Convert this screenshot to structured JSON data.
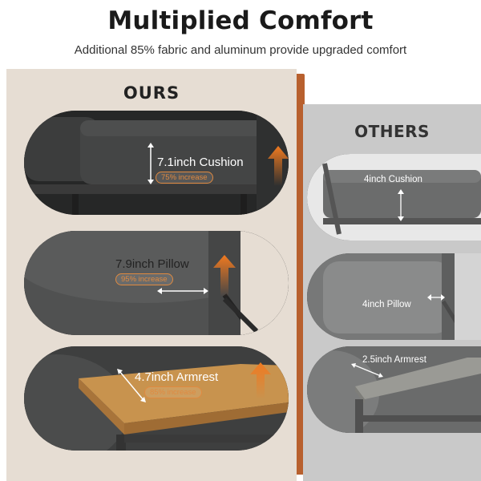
{
  "header": {
    "title": "Multiplied Comfort",
    "subtitle": "Additional 85% fabric and aluminum provide upgraded comfort"
  },
  "ours": {
    "heading": "OURS",
    "features": [
      {
        "label": "7.1inch Cushion",
        "badge": "75% increase"
      },
      {
        "label": "7.9inch Pillow",
        "badge": "95% increase"
      },
      {
        "label": "4.7inch Armrest",
        "badge": "85% increase"
      }
    ]
  },
  "others": {
    "heading": "OTHERS",
    "features": [
      {
        "label": "4inch Cushion"
      },
      {
        "label": "4inch Pillow"
      },
      {
        "label": "2.5inch Armrest"
      }
    ]
  },
  "colors": {
    "ours_panel": "#e6ddd3",
    "ours_accent": "#b8602e",
    "others_panel": "#c9c9c9",
    "fabric_dark": "#3a3b3b",
    "arrow_orange": "#f08a2a",
    "wood": "#c8934e"
  }
}
